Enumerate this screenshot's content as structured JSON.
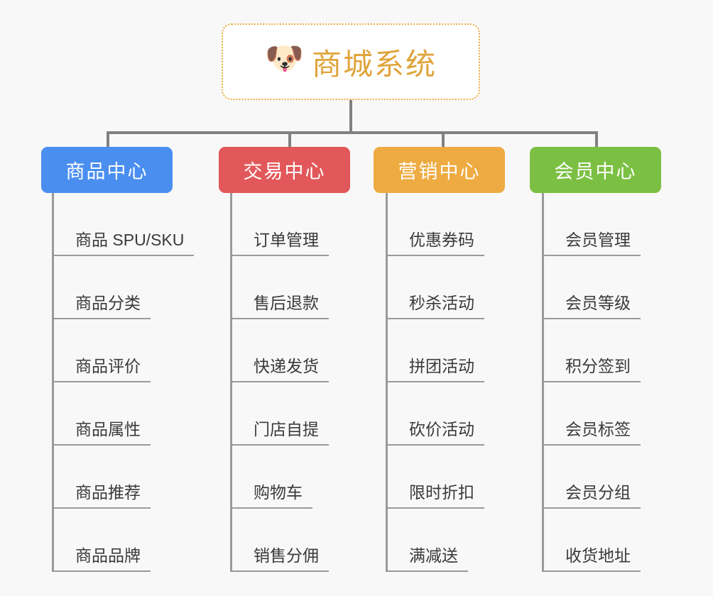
{
  "background_color": "#f8f8f8",
  "root": {
    "icon": "dog-face-icon",
    "icon_glyph": "🐶",
    "title": "商城系统",
    "border_color": "#eeab42",
    "title_color": "#e0a43c"
  },
  "connector_color": "#808080",
  "columns": [
    {
      "id": "product-center",
      "label": "商品中心",
      "color": "#4a8ef0",
      "items": [
        "商品 SPU/SKU",
        "商品分类",
        "商品评价",
        "商品属性",
        "商品推荐",
        "商品品牌"
      ]
    },
    {
      "id": "trade-center",
      "label": "交易中心",
      "color": "#e2585a",
      "items": [
        "订单管理",
        "售后退款",
        "快递发货",
        "门店自提",
        "购物车",
        "销售分佣"
      ]
    },
    {
      "id": "marketing-center",
      "label": "营销中心",
      "color": "#eeab42",
      "items": [
        "优惠券码",
        "秒杀活动",
        "拼团活动",
        "砍价活动",
        "限时折扣",
        "满减送"
      ]
    },
    {
      "id": "member-center",
      "label": "会员中心",
      "color": "#7bc043",
      "items": [
        "会员管理",
        "会员等级",
        "积分签到",
        "会员标签",
        "会员分组",
        "收货地址"
      ]
    }
  ]
}
